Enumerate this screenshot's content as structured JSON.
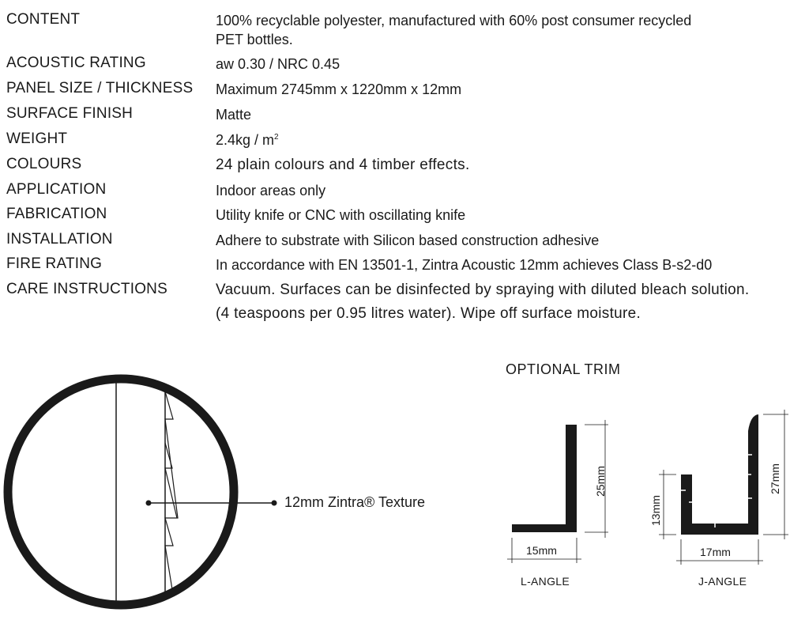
{
  "specs": [
    {
      "label": "CONTENT",
      "value": "100% recyclable polyester, manufactured with 60% post consumer recycled",
      "value2": "PET bottles."
    },
    {
      "label": "ACOUSTIC RATING",
      "value": "aw 0.30 / NRC 0.45"
    },
    {
      "label": "PANEL SIZE / THICKNESS",
      "value": "Maximum 2745mm x 1220mm x 12mm"
    },
    {
      "label": "SURFACE FINISH",
      "value": "Matte"
    },
    {
      "label": "WEIGHT",
      "value": "2.4kg / m",
      "sup": "2"
    },
    {
      "label": "COLOURS",
      "value": "24 plain colours and 4 timber effects."
    },
    {
      "label": "APPLICATION",
      "value": "Indoor areas only"
    },
    {
      "label": "FABRICATION",
      "value": "Utility knife or CNC with oscillating knife"
    },
    {
      "label": "INSTALLATION",
      "value": "Adhere to substrate with Silicon based construction adhesive"
    },
    {
      "label": "FIRE RATING",
      "value": "In accordance with EN 13501-1, Zintra Acoustic 12mm achieves Class B-s2-d0"
    },
    {
      "label": "CARE INSTRUCTIONS",
      "value": "Vacuum. Surfaces can be disinfected by spraying with diluted bleach solution.",
      "value2": "(4 teaspoons per 0.95 litres water). Wipe off surface moisture."
    }
  ],
  "diagram": {
    "texture_label": "12mm Zintra® Texture",
    "trim_title": "OPTIONAL TRIM",
    "l_angle": {
      "caption": "L-ANGLE",
      "width": "15mm",
      "height": "25mm"
    },
    "j_angle": {
      "caption": "J-ANGLE",
      "width": "17mm",
      "height_short": "13mm",
      "height_tall": "27mm"
    }
  }
}
